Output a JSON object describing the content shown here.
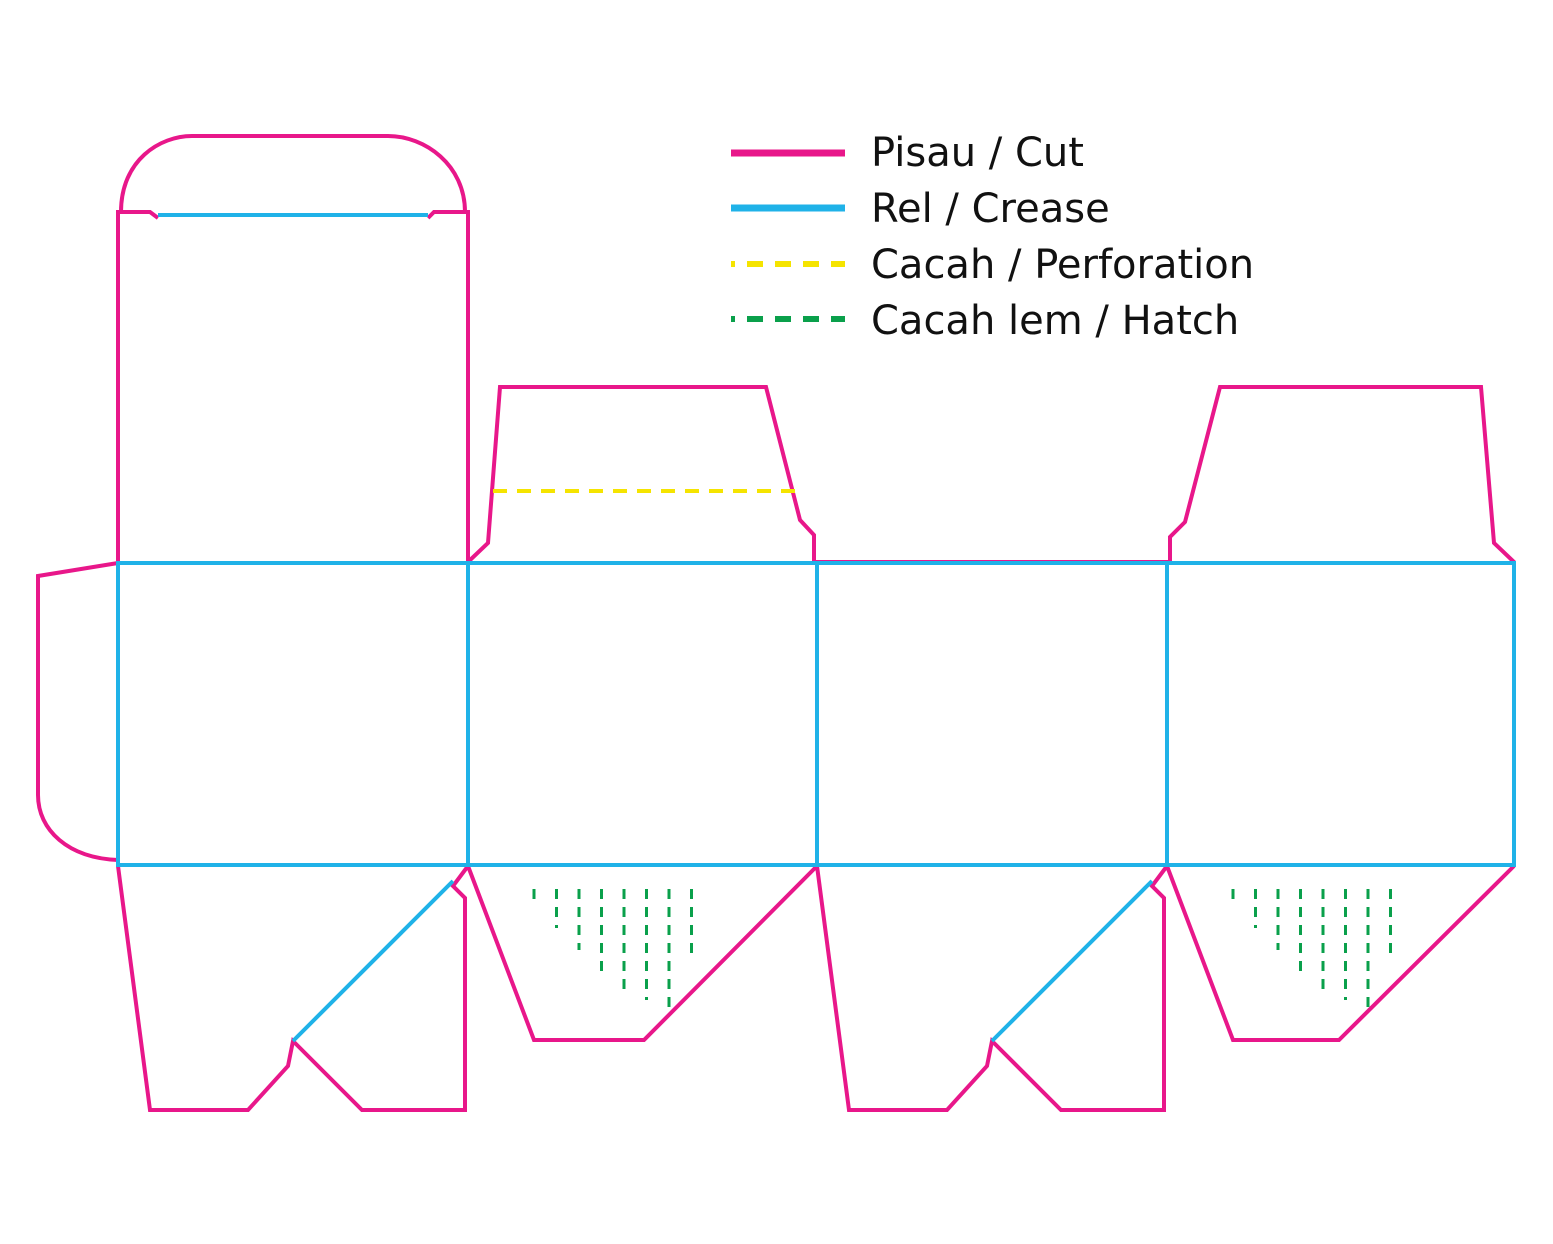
{
  "colors": {
    "cut": "#e8178a",
    "crease": "#1fb2e8",
    "perforation": "#f5e400",
    "hatch": "#0aa04b"
  },
  "legend": [
    {
      "key": "cut",
      "style": "solid",
      "label": "Pisau / Cut"
    },
    {
      "key": "crease",
      "style": "solid",
      "label": "Rel / Crease"
    },
    {
      "key": "perforation",
      "style": "dashed",
      "label": "Cacah / Perforation"
    },
    {
      "key": "hatch",
      "style": "dashed",
      "label": "Cacah lem / Hatch"
    }
  ]
}
